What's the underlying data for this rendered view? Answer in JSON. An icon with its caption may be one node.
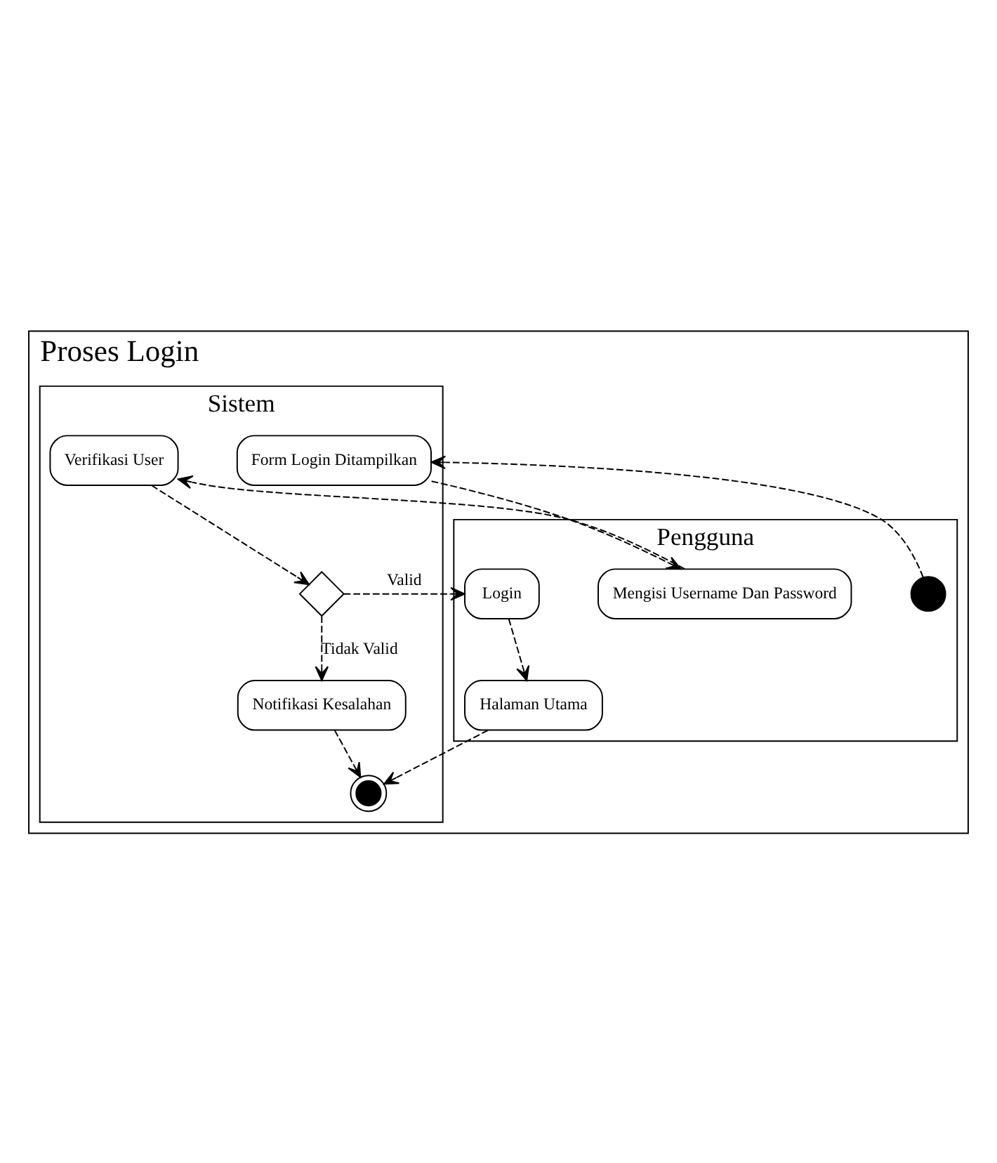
{
  "diagram": {
    "nodes": [
      {
        "text": [
          "Proses Login"
        ]
      },
      {
        "text": [
          "Pengguna"
        ],
        "in": 0
      },
      {
        "text": [
          "Sistem"
        ],
        "in": 0
      },
      {
        "text": [],
        "shape": "circle",
        "in": 1
      },
      {
        "text": [
          "Form Login Ditampilkan"
        ],
        "in": 2
      },
      {
        "text": [
          "Mengisi Username Dan Password"
        ],
        "in": 1
      },
      {
        "text": [
          "Verifikasi User"
        ],
        "in": 2
      },
      {
        "text": [],
        "shape": "diamond",
        "in": 2
      },
      {
        "text": [
          "Login"
        ],
        "in": 1
      },
      {
        "text": [
          "Halaman Utama"
        ],
        "in": 1
      },
      {
        "text": [
          "Notifikasi Kesalahan"
        ],
        "in": 2
      },
      {
        "text": [],
        "shape": "circle",
        "in": 2
      }
    ],
    "edges": [
      {
        "from": 3,
        "to": 4,
        "arrow": "to",
        "style": "dashed"
      },
      {
        "from": 4,
        "to": 5,
        "arrow": "to",
        "style": "dashed"
      },
      {
        "from": 5,
        "to": 6,
        "arrow": "to",
        "style": "dashed"
      },
      {
        "from": 6,
        "to": 7,
        "arrow": "to",
        "style": "dashed"
      },
      {
        "from": 7,
        "to": 8,
        "arrow": "to",
        "style": "dashed",
        "label": "Valid"
      },
      {
        "from": 8,
        "to": 9,
        "arrow": "to",
        "style": "dashed"
      },
      {
        "from": 7,
        "to": 10,
        "arrow": "to",
        "style": "dashed",
        "label": "Tidak Valid"
      },
      {
        "from": 9,
        "to": 11,
        "arrow": "to",
        "style": "dashed"
      },
      {
        "from": 10,
        "to": 11,
        "arrow": "to",
        "style": "dashed"
      }
    ]
  }
}
